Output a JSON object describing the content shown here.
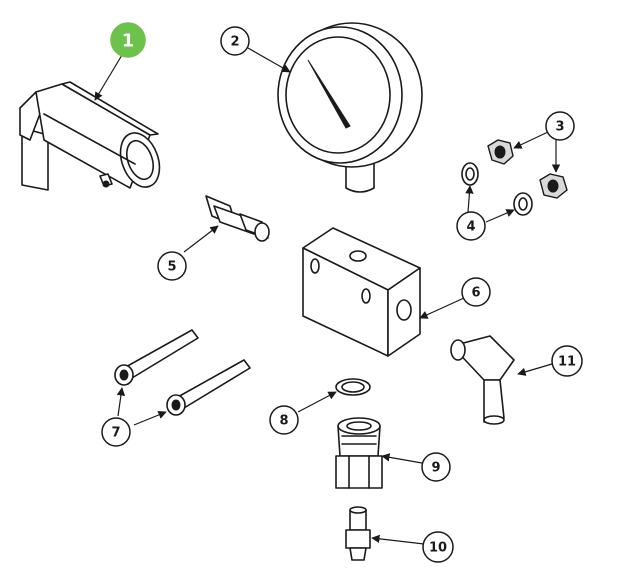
{
  "diagram": {
    "callouts": [
      {
        "id": "1",
        "label": "1",
        "highlight": true
      },
      {
        "id": "2",
        "label": "2"
      },
      {
        "id": "3",
        "label": "3"
      },
      {
        "id": "4",
        "label": "4"
      },
      {
        "id": "5",
        "label": "5"
      },
      {
        "id": "6",
        "label": "6"
      },
      {
        "id": "7",
        "label": "7"
      },
      {
        "id": "8",
        "label": "8"
      },
      {
        "id": "9",
        "label": "9"
      },
      {
        "id": "10",
        "label": "10"
      },
      {
        "id": "11",
        "label": "11"
      }
    ],
    "colors": {
      "highlight": "#6cc24a",
      "line": "#1a1a1a",
      "background": "#ffffff"
    }
  }
}
